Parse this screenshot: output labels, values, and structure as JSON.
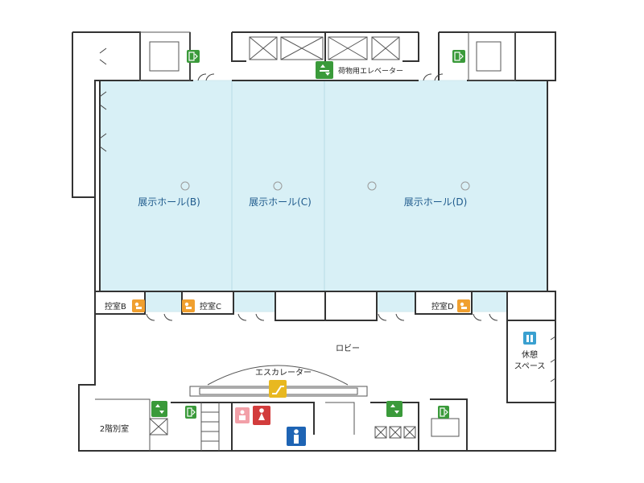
{
  "halls": {
    "b": "展示ホール(B)",
    "c": "展示ホール(C)",
    "d": "展示ホール(D)"
  },
  "rooms": {
    "waiting_b": "控室B",
    "waiting_c": "控室C",
    "waiting_d": "控室D",
    "lobby": "ロビー",
    "escalator": "エスカレーター",
    "freight_elevator": "荷物用エレベーター",
    "annex": "2階別室",
    "rest_line1": "休憩",
    "rest_line2": "スペース"
  },
  "colors": {
    "hall_fill": "#d8f0f6",
    "exit_green": "#3a9a3a",
    "waiting_orange": "#f0a030",
    "restroom_blue": "#1e64b4",
    "restroom_red": "#d23c3c",
    "escalator_yellow": "#e8b820"
  },
  "icons": [
    "emergency-exit-icon",
    "elevator-icon",
    "waiting-room-icon",
    "escalator-icon",
    "restroom-men-icon",
    "restroom-women-icon",
    "baby-care-icon",
    "rest-space-icon"
  ]
}
